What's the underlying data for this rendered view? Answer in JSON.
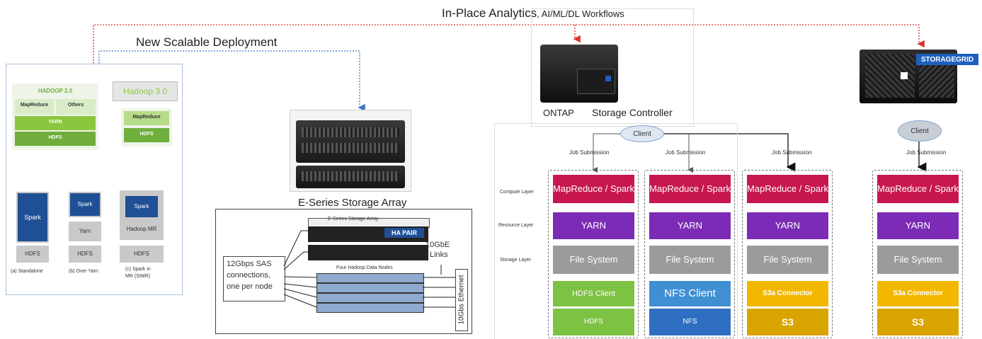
{
  "top_labels": {
    "in_place": "In-Place Analytics",
    "workflows": ", AI/ML/DL Workflows",
    "new_scalable": "New Scalable Deployment"
  },
  "hadoop_panel": {
    "hadoop2_title": "HADOOP 2.0",
    "mapreduce": "MapReduce",
    "others": "Others",
    "yarn": "YARN",
    "hdfs": "HDFS",
    "hadoop3_title": "Hadoop 3.0",
    "h3_mapreduce": "MapReduce",
    "h3_hdfs": "HDFS",
    "spark_a": "Spark",
    "hdfs_a": "HDFS",
    "caption_a": "(a) Standalone",
    "spark_b": "Spark",
    "yarn_b": "Yarn",
    "hdfs_b": "HDFS",
    "caption_b": "(b) Over Yarn",
    "spark_c": "Spark",
    "hadoop_mr": "Hadoop MR",
    "hdfs_c": "HDFS",
    "caption_c1": "(c) Spark in",
    "caption_c2": "MR (SIMR)"
  },
  "eseries": {
    "title": "E-Series Storage Array",
    "diagram_title": "E-Series Storage Array",
    "ha_pair": "HA PAIR",
    "nodes_label": "Four Hadoop Data Nodes",
    "sas_label_1": "12Gbps SAS",
    "sas_label_2": "connections,",
    "sas_label_3": "one per node",
    "links_label_1": "10GbE",
    "links_label_2": "Links",
    "ethernet_label": "10Gbs Ethernet"
  },
  "ontap": {
    "brand": "ONTAP",
    "controller": "Storage Controller",
    "client": "Client",
    "job_submission": "Job Submission",
    "layers": {
      "compute": "Compute Layer",
      "resource": "Resource Layer",
      "storage": "Storage Layer"
    },
    "columns": [
      {
        "compute": "MapReduce / Spark",
        "resource": "YARN",
        "fs": "File System",
        "client": "HDFS Client",
        "store": "HDFS",
        "client_color": "#7dc243",
        "store_color": "#7dc243"
      },
      {
        "compute": "MapReduce / Spark",
        "resource": "YARN",
        "fs": "File System",
        "client": "NFS Client",
        "store": "NFS",
        "client_color": "#3f8fd2",
        "store_color": "#2f6fc2"
      },
      {
        "compute": "MapReduce / Spark",
        "resource": "YARN",
        "fs": "File System",
        "client": "S3a Connector",
        "store": "S3",
        "client_color": "#f2b800",
        "store_color": "#d9a400"
      }
    ]
  },
  "storagegrid": {
    "brand": "STORAGEGRID",
    "client": "Client",
    "job_submission": "Job Submission",
    "column": {
      "compute": "MapReduce / Spark",
      "resource": "YARN",
      "fs": "File System",
      "client": "S3a Connector",
      "store": "S3"
    }
  },
  "colors": {
    "compute": "#c8174f",
    "resource": "#7b2bb5",
    "fs": "#9b9b9b",
    "spark_blue": "#1f4f95",
    "hdfs_gray": "#c9c9c9",
    "red_dashed": "#e0302f",
    "blue_dashed": "#3a78c8"
  }
}
